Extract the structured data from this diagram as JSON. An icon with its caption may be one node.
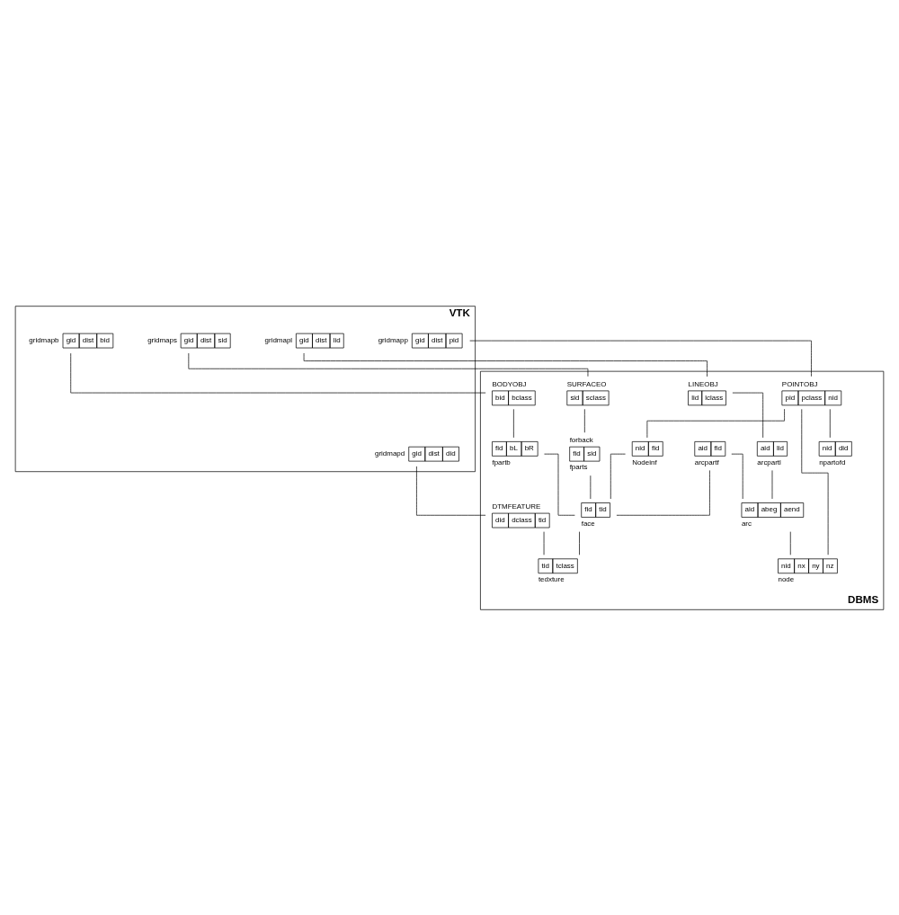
{
  "diagram": {
    "nodes": [
      {
        "text": [
          "VTK"
        ]
      },
      {
        "text": [
          "gid",
          "dist",
          "did"
        ],
        "beside": [
          "gridmapd"
        ],
        "in": 0
      },
      {
        "text": [
          "gid",
          "dist",
          "pid"
        ],
        "beside": [
          "gridmapp"
        ],
        "in": 0
      },
      {
        "text": [
          "gid",
          "dist",
          "lid"
        ],
        "beside": [
          "gridmapl"
        ],
        "in": 0
      },
      {
        "text": [
          "gid",
          "dist",
          "sid"
        ],
        "beside": [
          "gridmaps"
        ],
        "in": 0
      },
      {
        "text": [
          "gid",
          "dist",
          "bid"
        ],
        "beside": [
          "gridmapb"
        ],
        "in": 0
      },
      {
        "text": [
          "DBMS"
        ]
      },
      {
        "text": [
          "bid",
          "bclass"
        ],
        "beside": [
          "BODYOBJ"
        ],
        "in": 6
      },
      {
        "text": [
          "sid",
          "sclass"
        ],
        "beside": [
          "SURFACEO"
        ],
        "in": 6
      },
      {
        "text": [
          "lid",
          "lclass"
        ],
        "beside": [
          "LINEOBJ"
        ],
        "in": 6
      },
      {
        "text": [
          "pid",
          "pclass",
          "nid"
        ],
        "beside": [
          "POINTOBJ"
        ],
        "in": 6
      },
      {
        "text": [
          "did",
          "dclass",
          "tid"
        ],
        "beside": [
          "DTMFEATURE"
        ],
        "in": 6
      },
      {
        "text": [
          "aid",
          "lid"
        ],
        "beside": [
          "arcpartl"
        ],
        "in": 6
      },
      {
        "text": [
          "nid",
          "did"
        ],
        "beside": [
          "npartofd"
        ],
        "in": 6
      },
      {
        "text": [
          "fid",
          "bL",
          "bR"
        ],
        "beside": [
          "fpartb"
        ],
        "in": 6
      },
      {
        "text": [
          "fid",
          "sid"
        ],
        "beside": [
          "forback",
          "fparts"
        ],
        "in": 6
      },
      {
        "text": [
          "aid",
          "fid"
        ],
        "beside": [
          "arcpartf"
        ],
        "in": 6
      },
      {
        "text": [
          "nid",
          "fid"
        ],
        "beside": [
          "Nodeinf"
        ],
        "in": 6
      },
      {
        "text": [
          "fid",
          "tid"
        ],
        "beside": [
          "face"
        ],
        "in": 6
      },
      {
        "text": [
          "aid",
          "abeg",
          "aend"
        ],
        "beside": [
          "arc"
        ],
        "in": 6
      },
      {
        "text": [
          "nid",
          "nx",
          "ny",
          "nz"
        ],
        "beside": [
          "node"
        ],
        "in": 6
      },
      {
        "text": [
          "tid",
          "tclass"
        ],
        "beside": [
          "tedxture"
        ],
        "in": 6
      }
    ],
    "edges": [
      {
        "from": 1,
        "to": 11,
        "arrow": "none"
      },
      {
        "from": 2,
        "to": 10,
        "arrow": "none"
      },
      {
        "from": 3,
        "to": 9,
        "arrow": "none"
      },
      {
        "from": 4,
        "to": 8,
        "arrow": "none"
      },
      {
        "from": 5,
        "to": 7,
        "arrow": "none"
      },
      {
        "from": 7,
        "to": 14,
        "arrow": "none"
      },
      {
        "from": 8,
        "to": 15,
        "arrow": "none"
      },
      {
        "from": 9,
        "to": 12,
        "arrow": "none"
      },
      {
        "from": 10,
        "to": 13,
        "arrow": "none"
      },
      {
        "from": 10,
        "to": 17,
        "arrow": "none"
      },
      {
        "from": 10,
        "to": 20,
        "arrow": "none"
      },
      {
        "from": 11,
        "to": 21,
        "arrow": "none"
      },
      {
        "from": 12,
        "to": 19,
        "arrow": "none"
      },
      {
        "from": 16,
        "to": 19,
        "arrow": "none"
      },
      {
        "from": 19,
        "to": 20,
        "arrow": "none"
      },
      {
        "from": 14,
        "to": 18,
        "arrow": "none"
      },
      {
        "from": 15,
        "to": 18,
        "arrow": "none"
      },
      {
        "from": 16,
        "to": 18,
        "arrow": "none"
      },
      {
        "from": 17,
        "to": 18,
        "arrow": "none"
      },
      {
        "from": 18,
        "to": 21,
        "arrow": "none"
      }
    ]
  }
}
